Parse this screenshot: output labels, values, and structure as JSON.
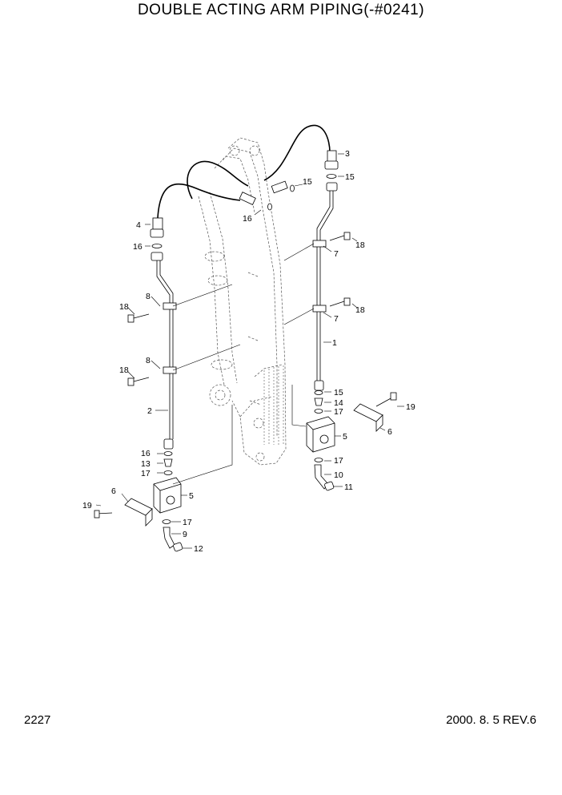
{
  "header": {
    "title": "DOUBLE ACTING ARM PIPING(-#0241)"
  },
  "footer": {
    "page_number": "2227",
    "revision": "2000. 8. 5 REV.6"
  },
  "callouts": {
    "c3": "3",
    "c15a": "15",
    "c15b": "15",
    "c16a": "16",
    "c4": "4",
    "c16b": "16",
    "c18a": "18",
    "c7a": "7",
    "c18b": "18",
    "c7b": "7",
    "c8a": "8",
    "c18c": "18",
    "c1": "1",
    "c8b": "8",
    "c18d": "18",
    "c15c": "15",
    "c14": "14",
    "c17a": "17",
    "c19a": "19",
    "c6a": "6",
    "c5a": "5",
    "c2": "2",
    "c16c": "16",
    "c13": "13",
    "c17b": "17",
    "c17c": "17",
    "c10": "10",
    "c11": "11",
    "c6b": "6",
    "c5b": "5",
    "c19b": "19",
    "c17d": "17",
    "c9": "9",
    "c12": "12"
  }
}
